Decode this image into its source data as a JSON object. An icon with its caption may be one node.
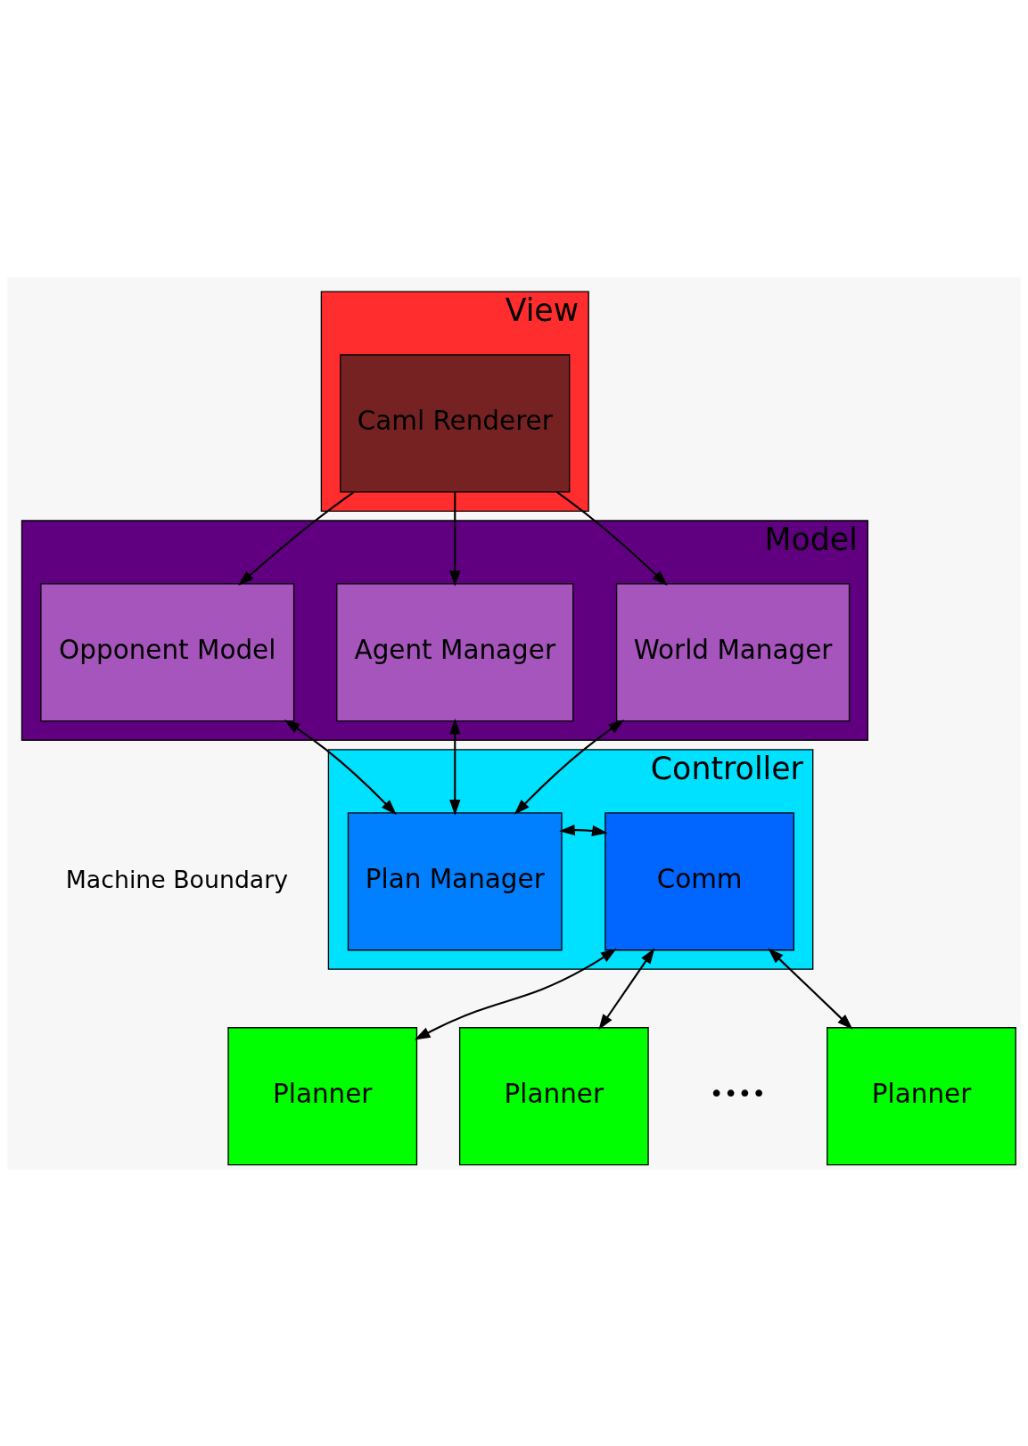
{
  "diagram": {
    "nodes": [
      {
        "text": [
          "View"
        ]
      },
      {
        "text": [
          "Caml Renderer"
        ],
        "in": 0
      },
      {
        "text": [
          "Model"
        ]
      },
      {
        "text": [
          "Opponent Model"
        ],
        "in": 2
      },
      {
        "text": [
          "Agent Manager"
        ],
        "in": 2
      },
      {
        "text": [
          "World Manager"
        ],
        "in": 2
      },
      {
        "text": [
          "Controller"
        ]
      },
      {
        "text": [
          "Plan Manager"
        ],
        "in": 6
      },
      {
        "text": [
          "Comm"
        ],
        "in": 6
      },
      {
        "text": [
          "Planner"
        ]
      },
      {
        "text": [
          "Planner"
        ]
      },
      {
        "text": [
          "Planner"
        ]
      }
    ],
    "edges": [
      {
        "from": 1,
        "to": 3,
        "arrow": "to"
      },
      {
        "from": 1,
        "to": 4,
        "arrow": "to"
      },
      {
        "from": 1,
        "to": 5,
        "arrow": "to"
      },
      {
        "from": 3,
        "to": 7,
        "arrow": "both"
      },
      {
        "from": 4,
        "to": 7,
        "arrow": "both"
      },
      {
        "from": 5,
        "to": 7,
        "arrow": "both"
      },
      {
        "from": 7,
        "to": 8,
        "arrow": "both"
      },
      {
        "from": 8,
        "to": 9,
        "arrow": "both"
      },
      {
        "from": 8,
        "to": 10,
        "arrow": "both"
      },
      {
        "from": 8,
        "to": 11,
        "arrow": "both"
      }
    ],
    "labels": [
      "Machine Boundary",
      "••••"
    ]
  }
}
